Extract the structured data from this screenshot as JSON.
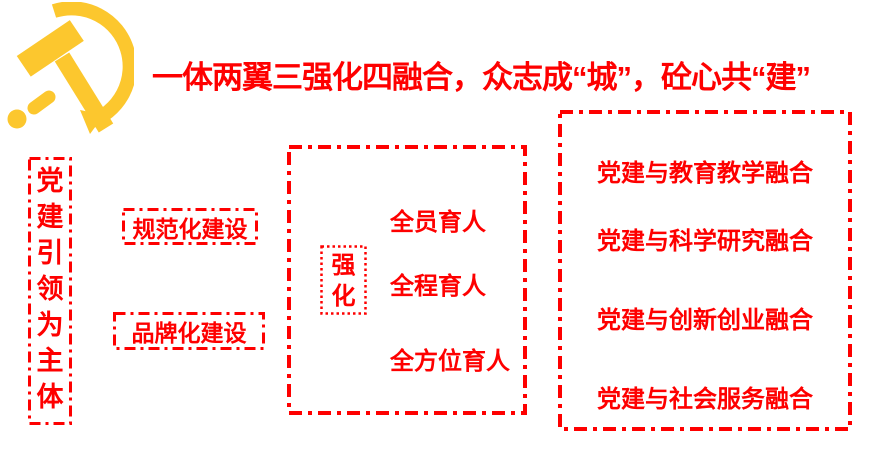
{
  "colors": {
    "red": "#FE0000",
    "gold": "#FCC72E"
  },
  "icons": {
    "emblem": "ccp-hammer-sickle-emblem"
  },
  "header": {
    "title": "一体两翼三强化四融合，众志成“城”，砼心共“建”"
  },
  "left_pillar": {
    "label": "党建引领为主体"
  },
  "two_wings": [
    {
      "label": "规范化建设"
    },
    {
      "label": "品牌化建设"
    }
  ],
  "three_strengthen": {
    "label": "强化",
    "items": [
      "全员育人",
      "全程育人",
      "全方位育人"
    ]
  },
  "four_integrations": {
    "items": [
      "党建与教育教学融合",
      "党建与科学研究融合",
      "党建与创新创业融合",
      "党建与社会服务融合"
    ]
  }
}
